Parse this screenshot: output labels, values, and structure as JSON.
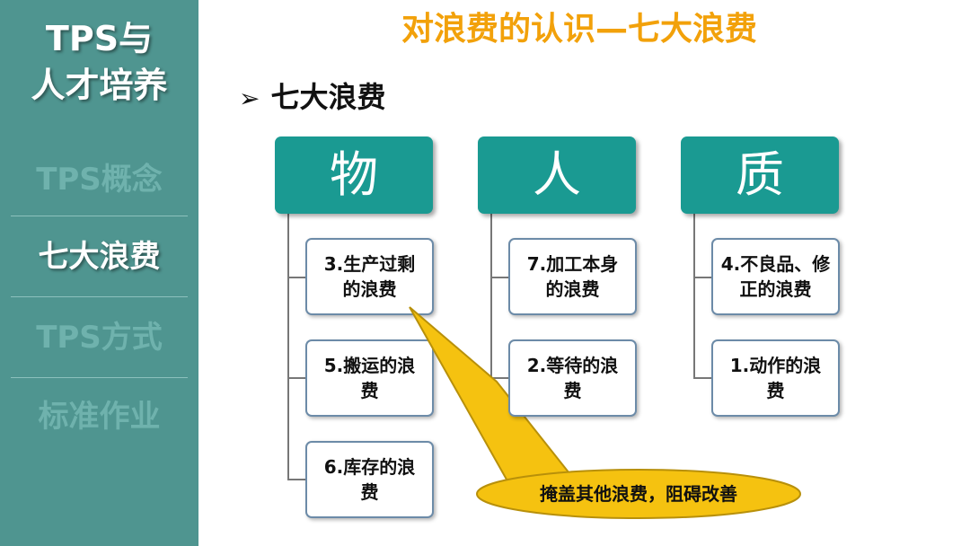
{
  "sidebar": {
    "title_line1": "TPS与",
    "title_line2": "人才培养",
    "items": [
      {
        "label": "TPS概念"
      },
      {
        "label": "七大浪费"
      },
      {
        "label": "TPS方式"
      },
      {
        "label": "标准作业"
      }
    ],
    "active_index": 1
  },
  "main": {
    "title": "对浪费的认识—七大浪费",
    "heading_bullet": "➢",
    "heading": "七大浪费",
    "categories": [
      {
        "label": "物",
        "items": [
          "3.生产过剩\n的浪费",
          "5.搬运的浪\n费",
          "6.库存的浪\n费"
        ]
      },
      {
        "label": "人",
        "items": [
          "7.加工本身\n的浪费",
          "2.等待的浪\n费"
        ]
      },
      {
        "label": "质",
        "items": [
          "4.不良品、修\n正的浪费",
          "1.动作的浪\n费"
        ]
      }
    ],
    "callout": "掩盖其他浪费，阻碍改善"
  },
  "colors": {
    "sidebar_bg": "#4f9590",
    "category_bg": "#1a9a92",
    "title_orange": "#f2a10a",
    "callout_fill": "#f5c210"
  }
}
